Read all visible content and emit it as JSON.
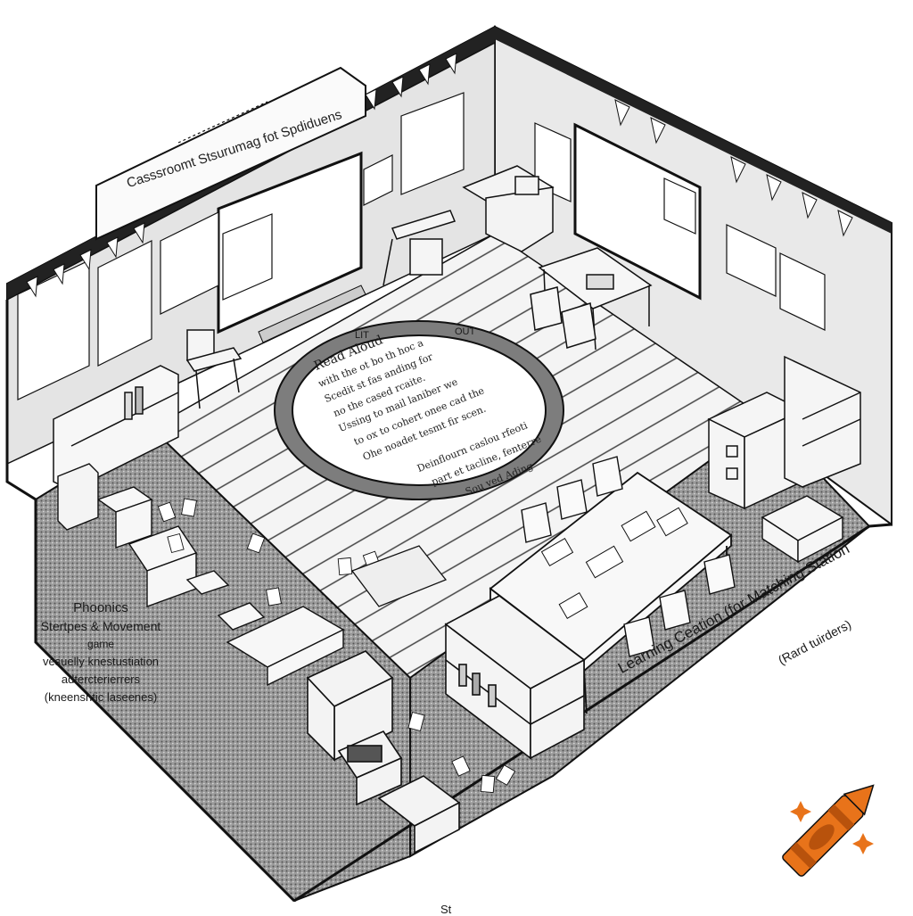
{
  "wall_sign": "Casssroomt Stsurumag fot Spdiduens",
  "rug": {
    "title": "Read Aloud",
    "lines": [
      "with the ot bo th hoc a",
      "Scedit st fas anding for",
      "no the cased rcaite.",
      "Ussing to mail laniber we",
      "to ox to cohert onee cad the",
      "Ohe noadet tesmt fir scen.",
      "Deinflourn caslou rfeoti",
      "part et tacline, fenterre",
      "Sou ved Ading"
    ],
    "tabs": [
      "LIT",
      "OUT"
    ]
  },
  "side_label": {
    "line1": "Phoonics",
    "line2": "Stertpes & Movement",
    "line3": "game",
    "line4": "vesuelly knestustiation",
    "line5": "adtercterierrers",
    "line6": "(kneensntic laseenes)"
  },
  "station_label": "Learning Ceation (for Matching Station",
  "station_sub": "(Rard tuirders)",
  "bottom_label": "St",
  "colors": {
    "ink": "#1a1a1a",
    "paper": "#ffffff",
    "floor": "#f2f2f2",
    "carpet": "#8a8a8a",
    "crayon": "#e8731a",
    "crayon_dark": "#b8520c",
    "sparkle": "#e8731a"
  },
  "icons": {
    "logo": "crayon-icon",
    "sparkle": "sparkle-icon"
  }
}
